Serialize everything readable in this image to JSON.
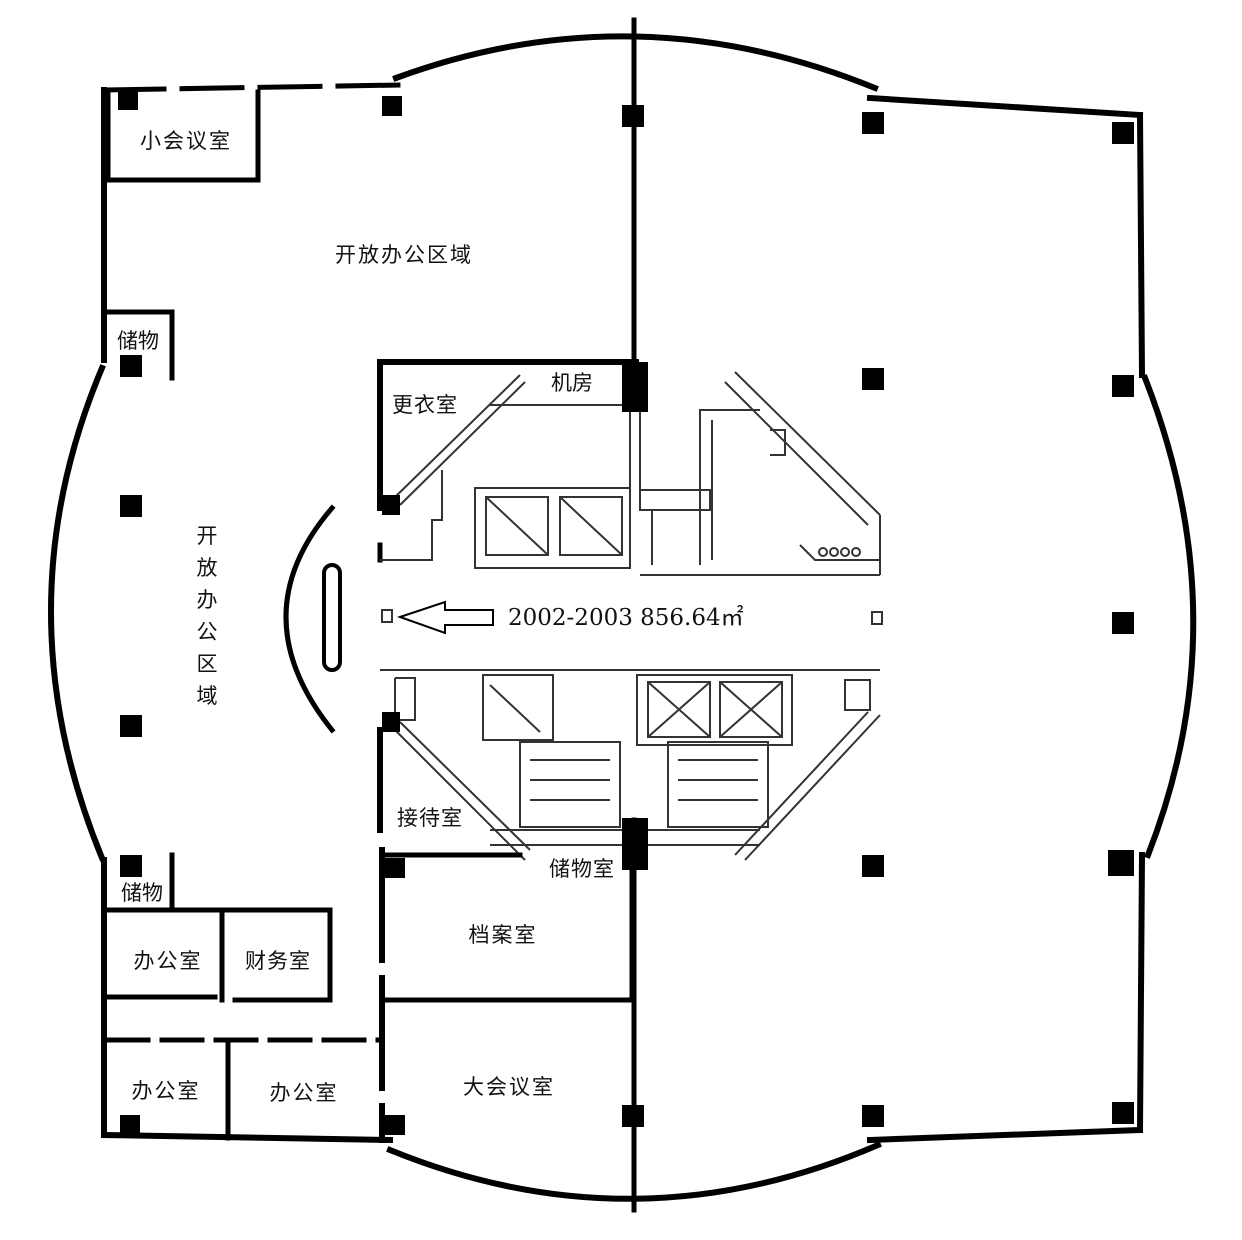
{
  "rooms": {
    "small_meeting": "小会议室",
    "open_office_top": "开放办公区域",
    "storage_top": "储物",
    "open_office_left": [
      "开",
      "放",
      "办",
      "公",
      "区",
      "域"
    ],
    "locker_room": "更衣室",
    "machine_room": "机房",
    "reception": "接待室",
    "storage_room": "储物室",
    "storage_bottom": "储物",
    "office_1": "办公室",
    "finance": "财务室",
    "archive": "档案室",
    "office_2": "办公室",
    "office_3": "办公室",
    "large_meeting": "大会议室"
  },
  "unit_label": "2002-2003 856.64㎡"
}
